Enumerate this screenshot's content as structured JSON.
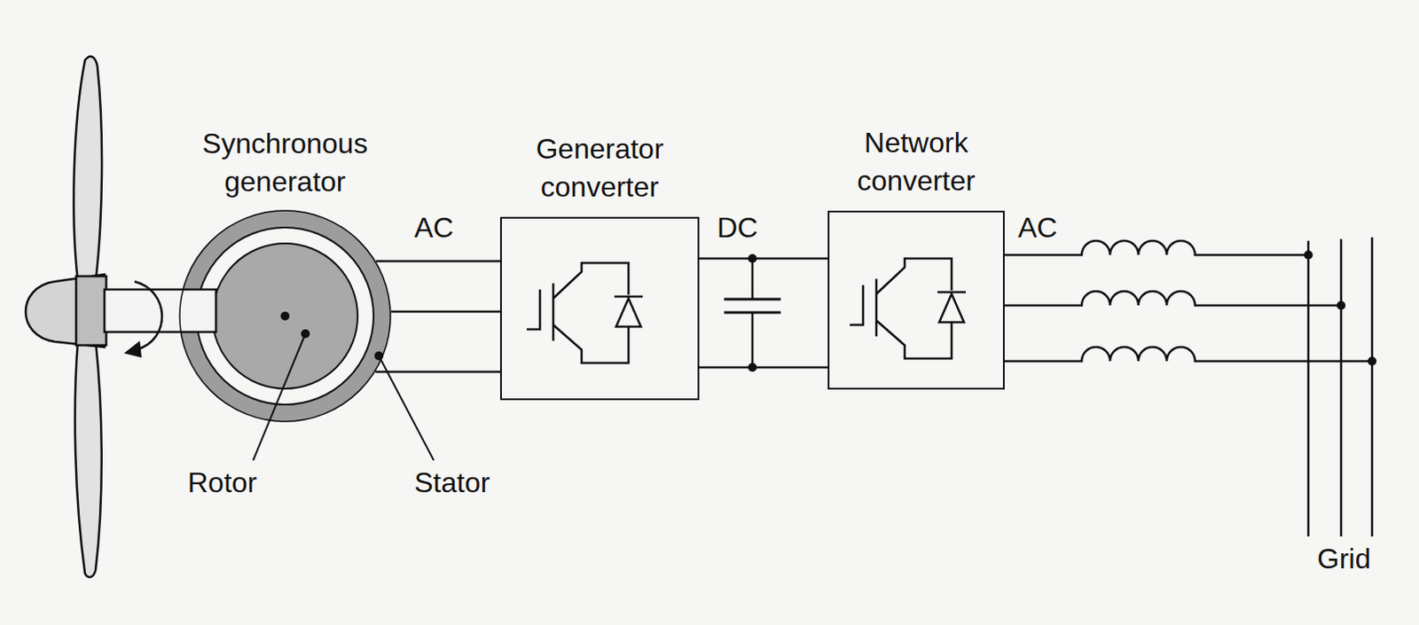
{
  "diagram": {
    "nodes": [
      {
        "text": [
          "Synchronous generator"
        ]
      },
      {
        "text": [
          "Generator converter"
        ]
      },
      {
        "text": [
          "Network converter"
        ]
      }
    ],
    "edges": [
      {
        "from": 0,
        "to": 1,
        "arrow": "none",
        "label": "AC"
      },
      {
        "from": 1,
        "to": 2,
        "arrow": "none",
        "label": "DC"
      }
    ],
    "labels": [
      "AC",
      "Rotor",
      "Stator",
      "Grid"
    ]
  }
}
